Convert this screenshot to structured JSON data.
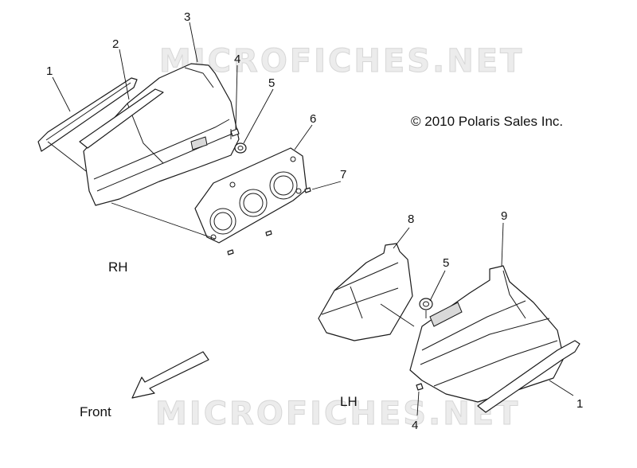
{
  "watermark": {
    "text": "MICROFICHES.NET"
  },
  "copyright": "© 2010 Polaris Sales Inc.",
  "rh": {
    "side": "RH",
    "labels": [
      "1",
      "2",
      "3",
      "4",
      "5",
      "6",
      "7"
    ]
  },
  "lh": {
    "side": "LH",
    "labels": [
      "8",
      "5",
      "9",
      "1",
      "4"
    ]
  },
  "front_label": "Front"
}
